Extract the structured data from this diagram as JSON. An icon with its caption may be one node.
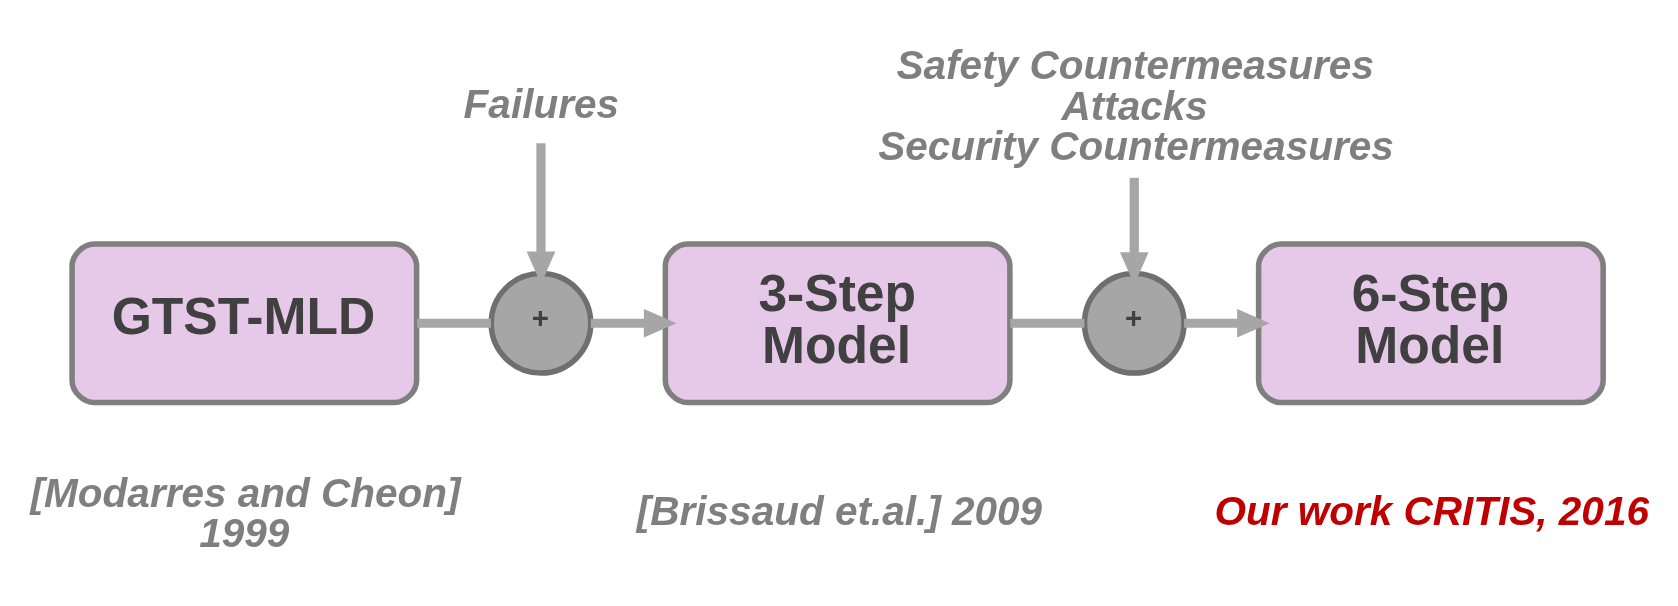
{
  "diagram": {
    "nodes": [
      {
        "text": [
          "Failures"
        ]
      },
      {
        "text": [
          "Safety Countermeasures",
          "Attacks",
          "Security Countermeasures"
        ]
      },
      {
        "text": [
          "GTST-MLD"
        ],
        "beside": [
          "[Modarres and Cheon] 1999"
        ]
      },
      {
        "text": [
          "+"
        ]
      },
      {
        "text": [
          "3-Step Model"
        ],
        "beside": [
          "[Brissaud et.al.] 2009"
        ]
      },
      {
        "text": [
          "+"
        ]
      },
      {
        "text": [
          "6-Step Model"
        ],
        "beside": [
          "Our work CRITIS, 2016"
        ]
      }
    ],
    "edges": [
      {
        "from": 0,
        "to": 3,
        "arrow": "to"
      },
      {
        "from": 1,
        "to": 5,
        "arrow": "to"
      },
      {
        "from": 2,
        "to": 3,
        "arrow": "none"
      },
      {
        "from": 3,
        "to": 4,
        "arrow": "to"
      },
      {
        "from": 4,
        "to": 5,
        "arrow": "none"
      },
      {
        "from": 5,
        "to": 6,
        "arrow": "to"
      }
    ]
  }
}
